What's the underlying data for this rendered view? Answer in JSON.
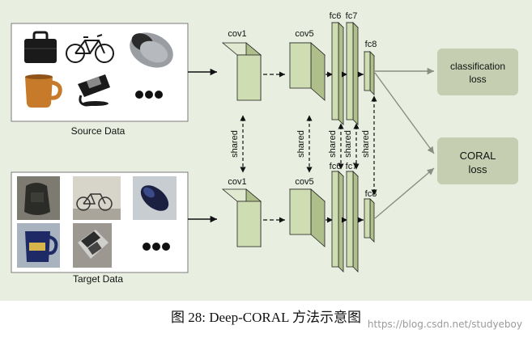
{
  "source": {
    "label": "Source Data",
    "items": [
      "briefcase-icon",
      "bicycle-icon",
      "mouse-icon",
      "mug-icon",
      "phone-icon",
      "ellipsis-dots"
    ]
  },
  "target": {
    "label": "Target Data",
    "items": [
      "backpack-photo",
      "bicycle-photo",
      "mouse-photo",
      "mug-photo",
      "phone-photo",
      "ellipsis-dots"
    ]
  },
  "network": {
    "conv1": "cov1",
    "conv5": "cov5",
    "fc6": "fc6",
    "fc7": "fc7",
    "fc8": "fc8",
    "shared": "shared"
  },
  "outputs": {
    "classification": [
      "classification",
      "loss"
    ],
    "coral": [
      "CORAL",
      "loss"
    ]
  },
  "caption": "图 28: Deep-CORAL 方法示意图",
  "watermark": "https://blog.csdn.net/studyeboy",
  "colors": {
    "panel": "#e9efe0",
    "block_front": "#cfddb3",
    "block_top": "#e1ead0",
    "block_side": "#aebf8c",
    "loss_box": "#c5ceb0",
    "arrow": "#111111",
    "loss_arrow": "#8a8f84"
  }
}
